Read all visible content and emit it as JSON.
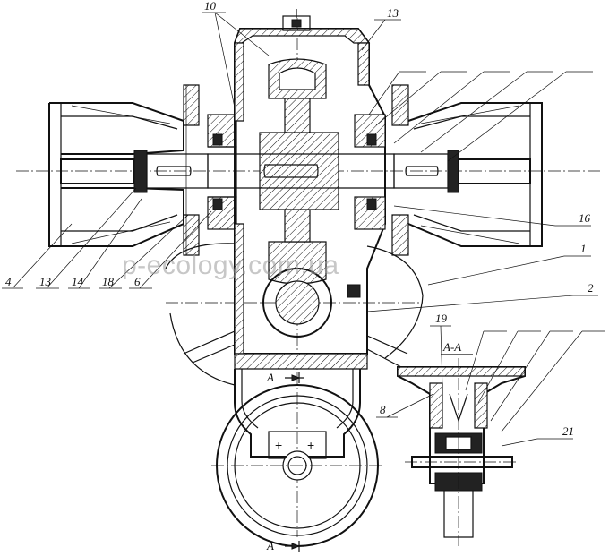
{
  "watermark": "p-ecology.com.ua",
  "section_label": "A-A",
  "cut_marks": [
    "A",
    "A"
  ],
  "labels": {
    "l10": "10",
    "l13_top": "13",
    "l4": "4",
    "l13_left": "13",
    "l14": "14",
    "l18": "18",
    "l6": "6",
    "l16": "16",
    "l1": "1",
    "l2": "2",
    "l19": "19",
    "l8": "8",
    "l21": "21"
  }
}
